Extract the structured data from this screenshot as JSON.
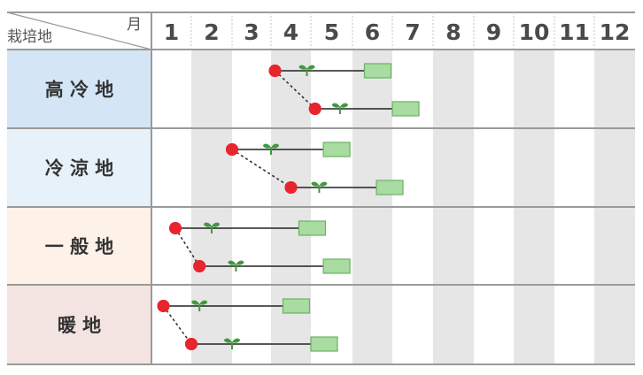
{
  "header": {
    "row_label": "栽培地",
    "column_label": "月"
  },
  "months": [
    "1",
    "2",
    "3",
    "4",
    "5",
    "6",
    "7",
    "8",
    "9",
    "10",
    "11",
    "12"
  ],
  "colors": {
    "grid_line": "#9a9a9a",
    "column_shade": "#e6e6e6",
    "sow_dot": "#e8242e",
    "sprout": "#3f9a3c",
    "harvest_fill": "#a8dca0",
    "harvest_stroke": "#6cb066"
  },
  "legend_icons": {
    "sow": "red-dot-icon",
    "germination": "sprout-icon",
    "harvest": "green-box-icon"
  },
  "chart_data": {
    "type": "table",
    "x_axis": "month",
    "regions": [
      {
        "name": "高 冷 地",
        "bg": "#d4e6f6",
        "schedules": [
          {
            "sow": 4.1,
            "sprout": 4.9,
            "harvest": 6.3
          },
          {
            "sow": 5.1,
            "sprout": 5.7,
            "harvest": 7.0
          }
        ]
      },
      {
        "name": "冷 涼 地",
        "bg": "#e6f1f9",
        "schedules": [
          {
            "sow": 3.0,
            "sprout": 4.0,
            "harvest": 5.3
          },
          {
            "sow": 4.5,
            "sprout": 5.2,
            "harvest": 6.6
          }
        ]
      },
      {
        "name": "一 般 地",
        "bg": "#fdf1e8",
        "schedules": [
          {
            "sow": 1.6,
            "sprout": 2.5,
            "harvest": 4.7
          },
          {
            "sow": 2.2,
            "sprout": 3.1,
            "harvest": 5.3
          }
        ]
      },
      {
        "name": "暖    地",
        "bg": "#f4e4e1",
        "schedules": [
          {
            "sow": 1.3,
            "sprout": 2.2,
            "harvest": 4.3
          },
          {
            "sow": 2.0,
            "sprout": 3.0,
            "harvest": 5.0
          }
        ]
      }
    ]
  }
}
